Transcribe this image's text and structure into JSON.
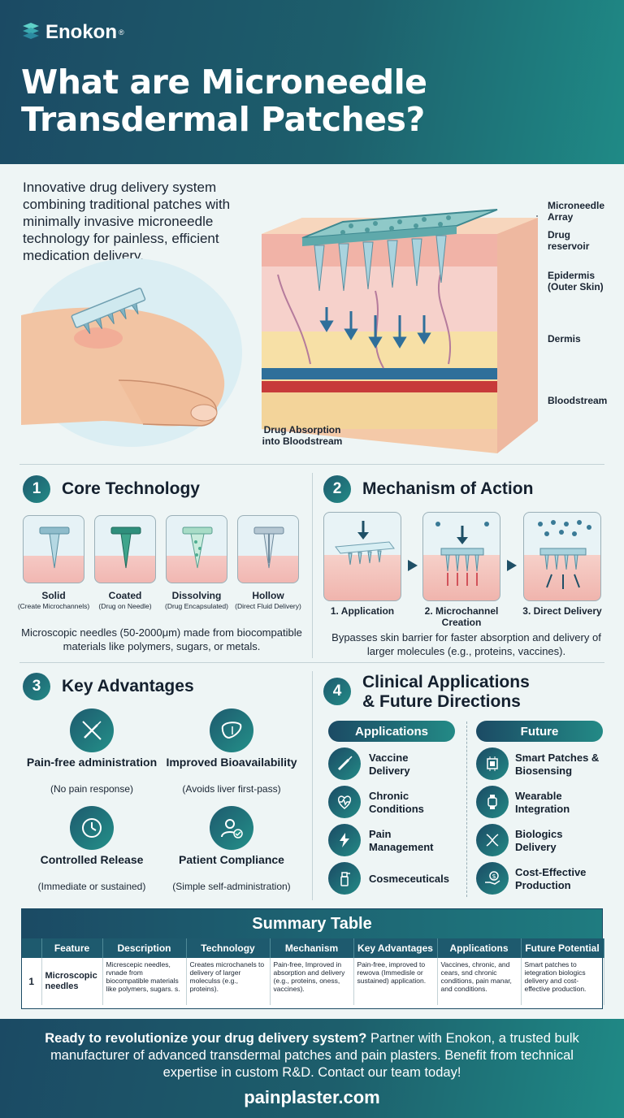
{
  "brand": {
    "name": "Enokon",
    "mark": "®"
  },
  "title": {
    "line1": "What are Microneedle",
    "line2": "Transdermal Patches?"
  },
  "intro": "Innovative drug delivery system combining traditional patches with minimally invasive microneedle technology for painless, efficient medication delivery.",
  "diagram": {
    "labels": {
      "array": "Microneedle Array",
      "reservoir": "Drug reservoir",
      "epidermis": "Epidermis (Outer Skin)",
      "dermis": "Dermis",
      "bloodstream": "Bloodstream",
      "absorption": "Drug Absorption into Bloodstream"
    }
  },
  "core": {
    "number": "1",
    "title": "Core Technology",
    "types": [
      {
        "name": "Solid",
        "sub": "(Create Microchannels)"
      },
      {
        "name": "Coated",
        "sub": "(Drug on Needle)"
      },
      {
        "name": "Dissolving",
        "sub": "(Drug Encapsulated)"
      },
      {
        "name": "Hollow",
        "sub": "(Direct Fluid Delivery)"
      }
    ],
    "caption": "Microscopic needles (50-2000μm) made from biocompatible materials like polymers, sugars, or metals."
  },
  "mechanism": {
    "number": "2",
    "title": "Mechanism of Action",
    "steps": [
      "1. Application",
      "2. Microchannel Creation",
      "3. Direct Delivery"
    ],
    "caption": "Bypasses skin barrier for faster absorption and delivery of larger molecules (e.g., proteins, vaccines)."
  },
  "advantages": {
    "number": "3",
    "title": "Key Advantages",
    "items": [
      {
        "title": "Pain-free administration",
        "sub": "(No pain response)",
        "icon": "no-needle-icon"
      },
      {
        "title": "Improved Bioavailability",
        "sub": "(Avoids liver first-pass)",
        "icon": "liver-icon"
      },
      {
        "title": "Controlled Release",
        "sub": "(Immediate or sustained)",
        "icon": "clock-icon"
      },
      {
        "title": "Patient Compliance",
        "sub": "(Simple self-administration)",
        "icon": "user-check-icon"
      }
    ]
  },
  "clinical": {
    "number": "4",
    "title_line1": "Clinical Applications",
    "title_line2": "& Future Directions",
    "applications_label": "Applications",
    "future_label": "Future",
    "applications": [
      "Vaccine Delivery",
      "Chronic Conditions",
      "Pain Management",
      "Cosmeceuticals"
    ],
    "future": [
      "Smart Patches & Biosensing",
      "Wearable Integration",
      "Biologics Delivery",
      "Cost-Effective Production"
    ]
  },
  "summary": {
    "title": "Summary Table",
    "headers": [
      "",
      "Feature",
      "Description",
      "Technology",
      "Mechanism",
      "Key Advantages",
      "Applications",
      "Future Potential"
    ],
    "row": {
      "num": "1",
      "feature": "Microscopic needles",
      "description": "Micrescepic needles, rvnade from biocompatible materials like polymers, sugars. s.",
      "technology": "Creates microchanels to delivery of larger moleculss (e.g., proteins).",
      "mechanism": "Pain-free, Improved in absorption and delivery (e.g., proteins, oness, vaccines).",
      "advantages": "Pain-free, improved to rewova (Immedisle or sustained) application.",
      "applications": "Vaccines, chronic, and cears, snd chronic conditions, pain manar, and conditions.",
      "future": "Smart patches to ietegration biologics delivery and cost-effective production."
    }
  },
  "footer": {
    "lead": "Ready to revolutionize your drug delivery system?",
    "body": " Partner with Enokon, a trusted bulk manufacturer of advanced transdermal patches and pain plasters. Benefit from technical expertise in custom R&D. Contact our team today!",
    "url": "painplaster.com"
  },
  "colors": {
    "navy": "#1b4a64",
    "teal": "#238a86",
    "skin": "#f3c9a8",
    "needle": "#7fb3c4"
  }
}
